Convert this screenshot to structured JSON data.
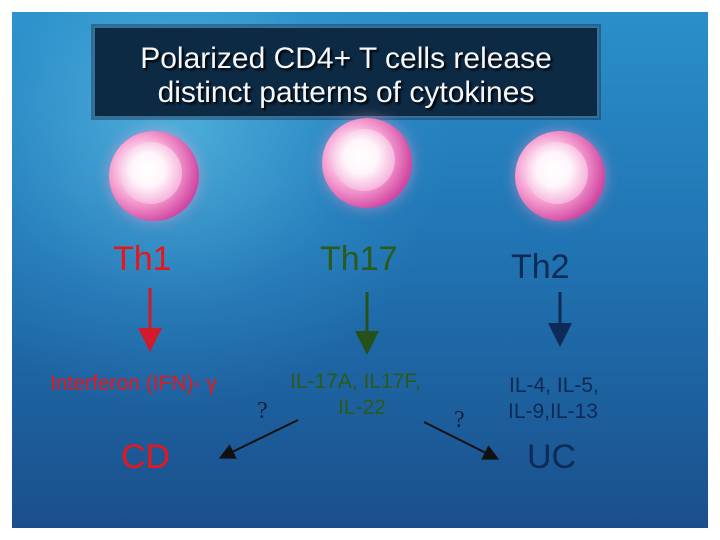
{
  "title": {
    "line1": "Polarized CD4+ T cells release",
    "line2": "distinct patterns of cytokines"
  },
  "cells": [
    {
      "name": "Th1",
      "cytokines": "Interferon (IFN)- γ"
    },
    {
      "name": "Th17",
      "cytokines_line1": "IL-17A, IL17F,",
      "cytokines_line2": "IL-22"
    },
    {
      "name": "Th2",
      "cytokines_line1": "IL-4, IL-5,",
      "cytokines_line2": "IL-9,IL-13"
    }
  ],
  "outcomes": {
    "left": "CD",
    "right": "UC"
  },
  "question_marks": [
    "?",
    "?"
  ],
  "colors": {
    "th1": "#e8161b",
    "th17": "#2a5b1a",
    "th2": "#0e2a56",
    "cell": "#e05fb3"
  }
}
